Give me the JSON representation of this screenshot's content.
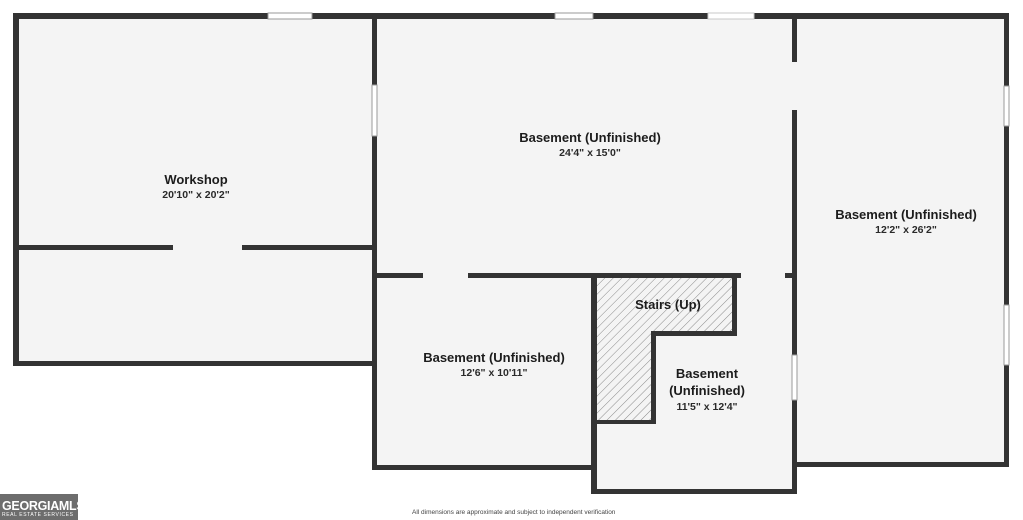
{
  "rooms": {
    "workshop": {
      "name": "Workshop",
      "dims": "20'10\" x 20'2\""
    },
    "basement_center": {
      "name": "Basement (Unfinished)",
      "dims": "24'4\" x 15'0\""
    },
    "basement_right": {
      "name": "Basement (Unfinished)",
      "dims": "12'2\" x 26'2\""
    },
    "basement_lower_left": {
      "name": "Basement (Unfinished)",
      "dims": "12'6\" x 10'11\""
    },
    "stairs": {
      "name": "Stairs (Up)"
    },
    "basement_lower_right": {
      "name_line1": "Basement",
      "name_line2": "(Unfinished)",
      "dims": "11'5\" x 12'4\""
    }
  },
  "footer": {
    "disclaimer": "All dimensions are approximate and subject to independent verification",
    "logo_main": "GEORGIAMLS",
    "logo_sub": "REAL ESTATE SERVICES"
  },
  "colors": {
    "wall": "#333333",
    "floor": "#f4f4f4",
    "hatch": "#8a8a8a"
  }
}
